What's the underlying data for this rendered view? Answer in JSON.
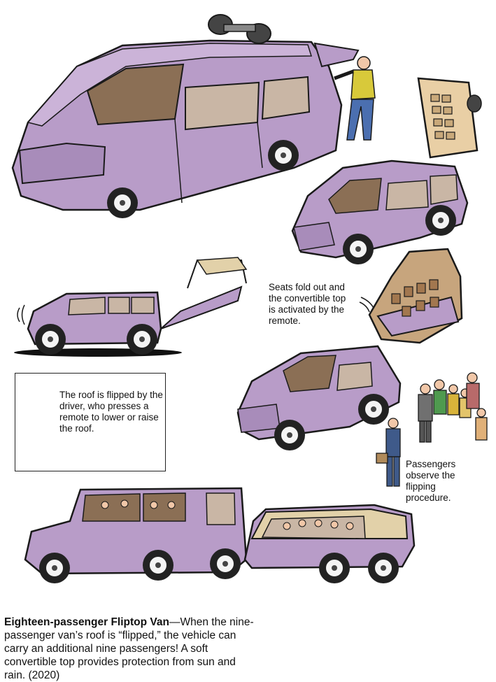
{
  "notes": {
    "seats": "Seats fold out and the convertible top is activated by the remote.",
    "roof": "The roof is flipped by the driver, who presses a remote to lower or raise the roof.",
    "passengers": "Passengers observe the flipping procedure."
  },
  "caption": {
    "title": "Eighteen-passenger Fliptop Van",
    "body": "—When the nine-passenger van’s roof is “flipped,” the vehicle can carry an additional nine passengers! A soft convertible top provides protection from sun and rain. (2020)"
  },
  "colors": {
    "van_body": "#b89cc8",
    "van_shadow": "#8f77a3",
    "window": "#8b6f55",
    "glass": "#c9b6a5",
    "roof_panel": "#e9cfa5",
    "soft_top": "#e2d1a9",
    "outline": "#1a1a1a",
    "person_shirt": "#d8c93a",
    "person_jeans": "#4b6fb0",
    "driver_shirt": "#6d8fc7",
    "skin": "#f1c7a8"
  }
}
